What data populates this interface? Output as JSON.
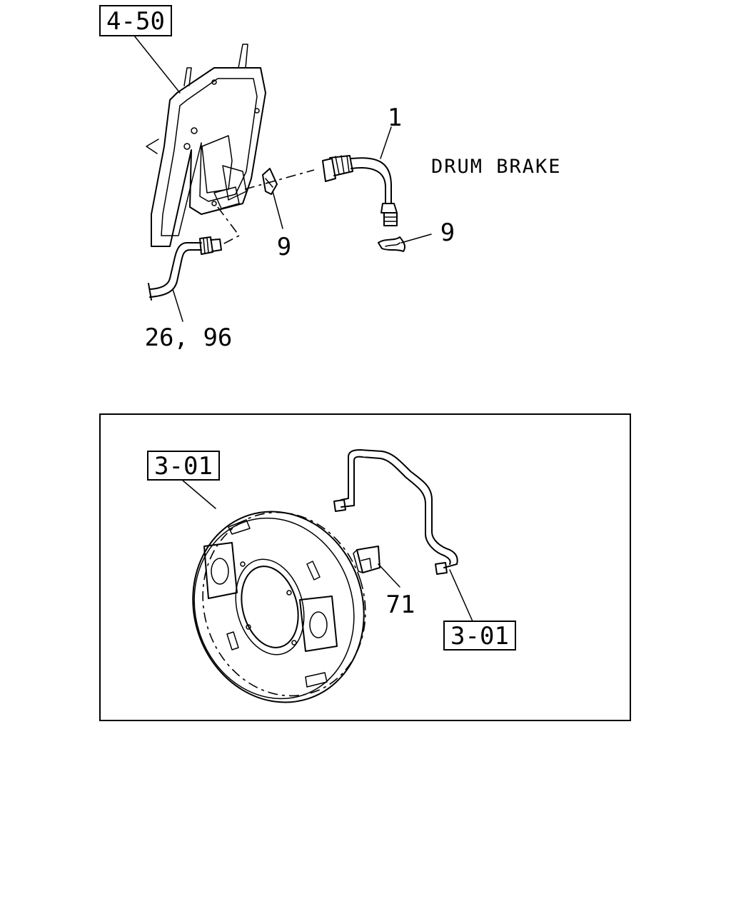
{
  "callouts": {
    "ref_top": "4-50",
    "part_hose": "1",
    "part_clip_left": "9",
    "part_clip_right": "9",
    "part_pipe": "26, 96",
    "caption": "DRUM BRAKE",
    "ref_plate": "3-01",
    "part_clip_small": "71",
    "ref_pipe": "3-01"
  }
}
